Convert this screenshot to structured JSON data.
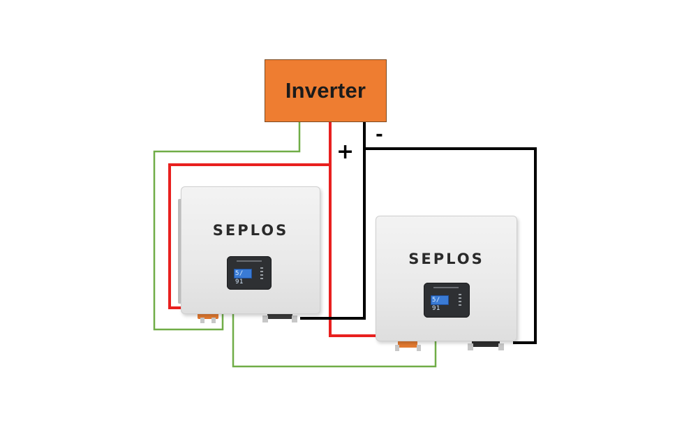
{
  "inverter": {
    "label": "Inverter"
  },
  "polarity": {
    "positive": "+",
    "negative": "-"
  },
  "batteries": [
    {
      "brand": "SEPLOS",
      "lcd": "5/ 91"
    },
    {
      "brand": "SEPLOS",
      "lcd": "5/ 91"
    }
  ],
  "colors": {
    "inverter_fill": "#ee7d31",
    "positive_wire": "#e8201f",
    "negative_wire": "#000000",
    "comm_wire": "#70ad47",
    "lcd": "#3a7bd5"
  }
}
